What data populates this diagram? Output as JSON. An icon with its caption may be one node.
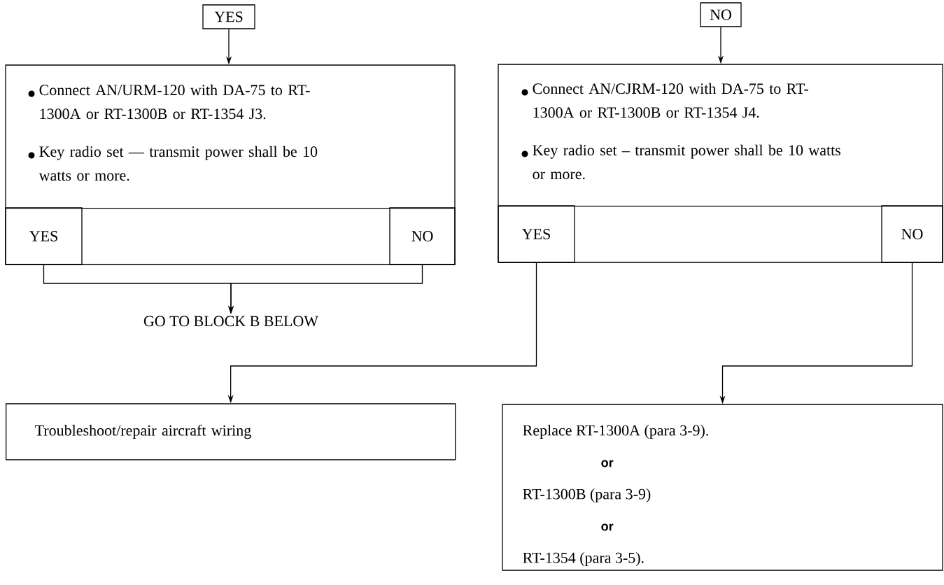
{
  "diagram": {
    "nodes": [
      {
        "text": [
          "YES"
        ]
      },
      {
        "text": [
          "Connect AN/URM-120 with DA-75 to RT-1300A or RT-1300B or RT-1354 J3.",
          "Key radio set — transmit power shall be 10 watts or more."
        ]
      },
      {
        "text": [
          "YES"
        ],
        "in": 1
      },
      {
        "text": [
          "NO"
        ],
        "in": 1
      },
      {
        "text": [
          "GO TO BLOCK B BELOW"
        ]
      },
      {
        "text": [
          "NO"
        ]
      },
      {
        "text": [
          "Connect AN/CJRM-120 with DA-75 to RT-1300A or RT-1300B or RT-1354 J4.",
          "Key radio set – transmit power shall be 10 watts or more."
        ]
      },
      {
        "text": [
          "YES"
        ],
        "in": 6
      },
      {
        "text": [
          "NO"
        ],
        "in": 6
      },
      {
        "text": [
          "Troubleshoot/repair aircraft wiring"
        ]
      },
      {
        "text": [
          "Replace RT-1300A (para 3-9).",
          "or",
          "RT-1300B (para 3-9)",
          "or",
          "RT-1354 (para 3-5)."
        ]
      }
    ],
    "edges": [
      {
        "from": 0,
        "to": 1,
        "arrow": "to"
      },
      {
        "from": 2,
        "to": 4,
        "arrow": "to"
      },
      {
        "from": 3,
        "to": 4,
        "arrow": "to"
      },
      {
        "from": 5,
        "to": 6,
        "arrow": "to"
      },
      {
        "from": 7,
        "to": 9,
        "arrow": "to"
      },
      {
        "from": 8,
        "to": 10,
        "arrow": "to"
      }
    ]
  }
}
